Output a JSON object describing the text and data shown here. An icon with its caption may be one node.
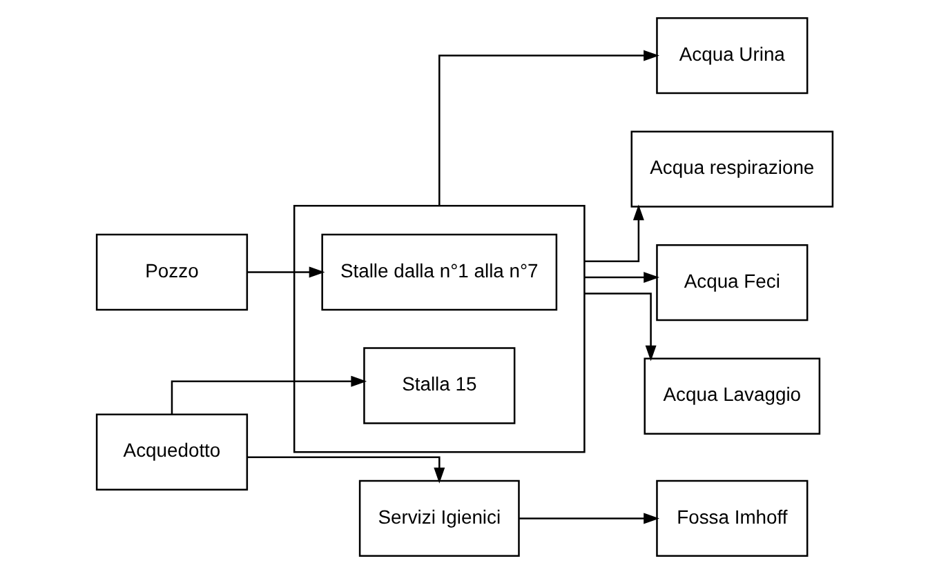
{
  "diagram": {
    "nodes": [
      {
        "text": [
          "Pozzo"
        ]
      },
      {
        "text": [
          "Acquedotto"
        ]
      },
      {
        "text": [],
        "shape": "box"
      },
      {
        "text": [
          "Stalle dalla n°1 alla n°7"
        ],
        "in": 2
      },
      {
        "text": [
          "Stalla 15"
        ],
        "in": 2
      },
      {
        "text": [
          "Acqua Urina"
        ]
      },
      {
        "text": [
          "Acqua respirazione"
        ]
      },
      {
        "text": [
          "Acqua Feci"
        ]
      },
      {
        "text": [
          "Acqua Lavaggio"
        ]
      },
      {
        "text": [
          "Servizi Igienici"
        ]
      },
      {
        "text": [
          "Fossa Imhoff"
        ]
      }
    ],
    "edges": [
      {
        "from": 0,
        "to": 3,
        "arrow": "to"
      },
      {
        "from": 1,
        "to": 4,
        "arrow": "to"
      },
      {
        "from": 2,
        "to": 5,
        "arrow": "to"
      },
      {
        "from": 2,
        "to": 6,
        "arrow": "to"
      },
      {
        "from": 2,
        "to": 7,
        "arrow": "to"
      },
      {
        "from": 2,
        "to": 8,
        "arrow": "to"
      },
      {
        "from": 1,
        "to": 9,
        "arrow": "to"
      },
      {
        "from": 9,
        "to": 10,
        "arrow": "to"
      }
    ]
  }
}
